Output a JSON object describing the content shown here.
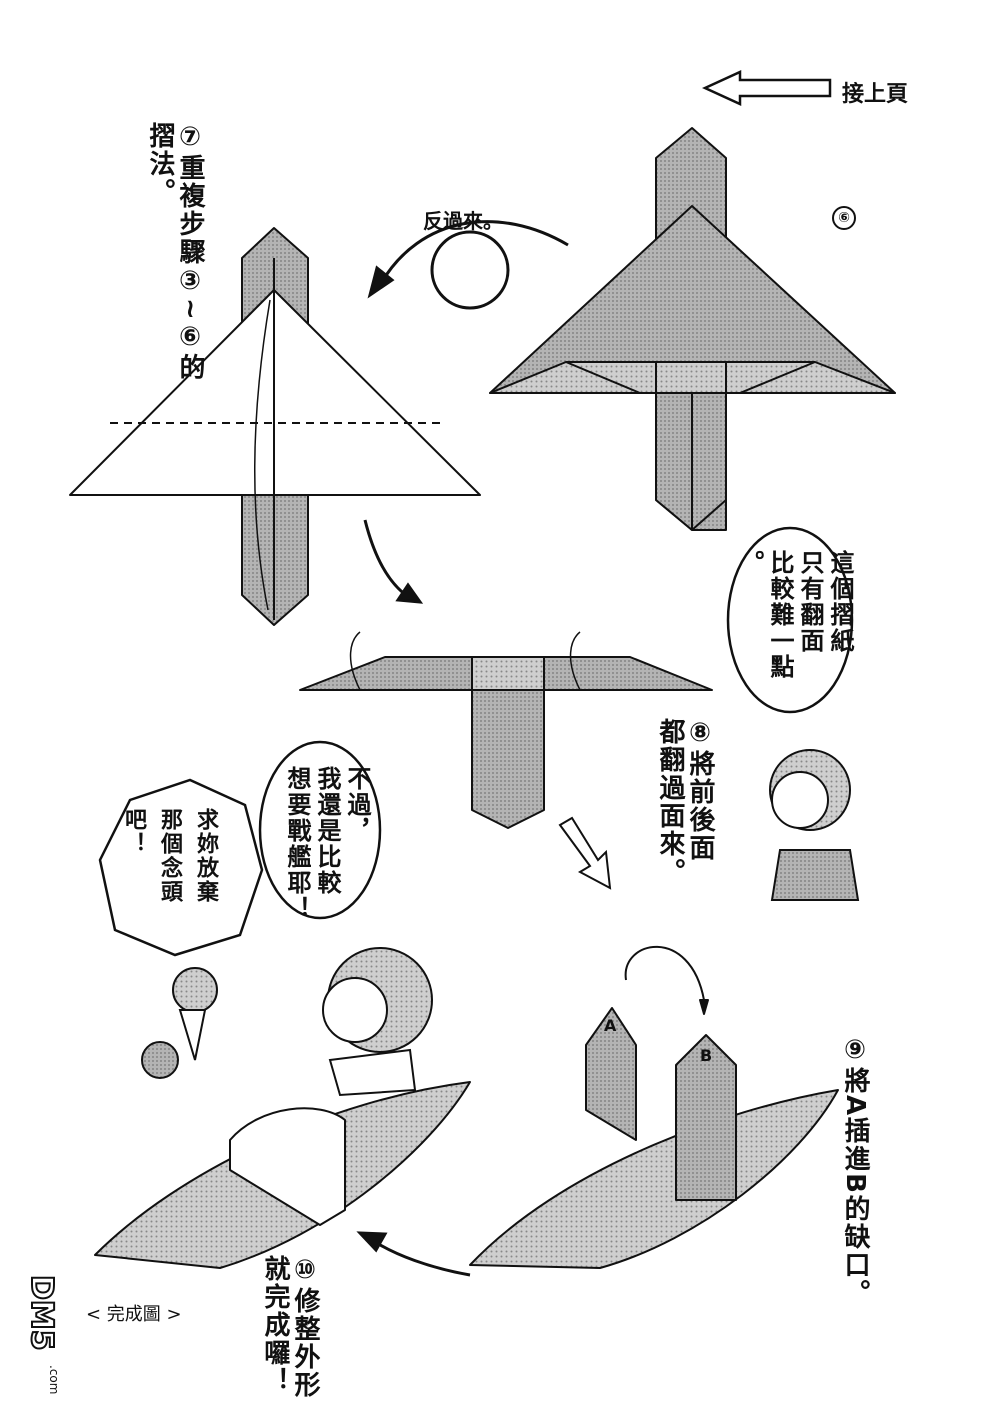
{
  "header": {
    "continue_label": "接上頁"
  },
  "steps": {
    "s6": {
      "num": "⑥"
    },
    "s7": {
      "text": "⑦重複步驟③~⑥的\n摺法。"
    },
    "s8": {
      "text": "⑧將前後面\n都翻過面來。"
    },
    "s9": {
      "text": "⑨將A插進B的缺口。"
    },
    "s10": {
      "text": "⑩修整外形\n就完成囉！"
    }
  },
  "flip_label": "反過來。",
  "letters": {
    "a": "A",
    "b": "B"
  },
  "bubbles": {
    "right": "這個摺紙\n只有翻面\n比較難一點\n。",
    "middle": "不過，\n我還是比較\n想要戰艦耶！",
    "left": "求妳放棄\n那個念頭\n吧！"
  },
  "caption": "< 完成圖 >",
  "watermark": "DM5.com",
  "colors": {
    "ink": "#111111",
    "tone": "#a7a7a7",
    "paper": "#ffffff"
  }
}
